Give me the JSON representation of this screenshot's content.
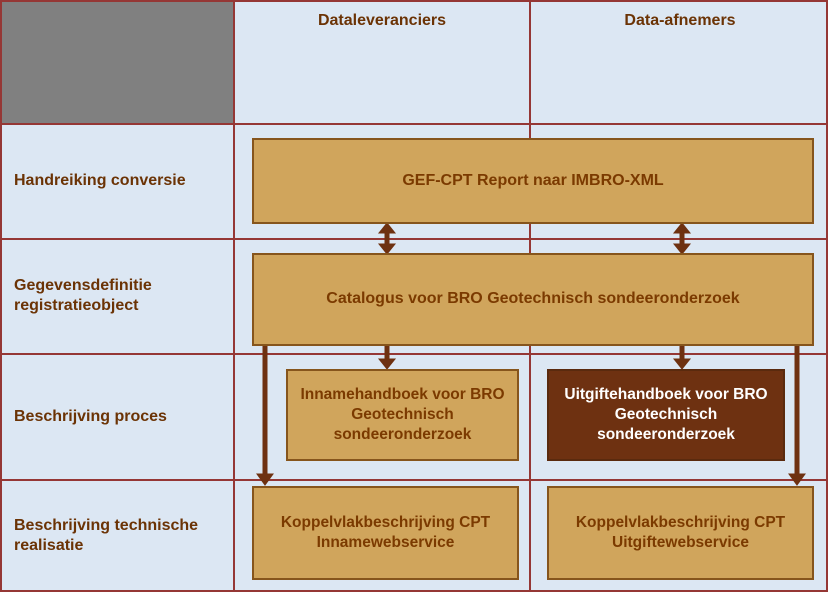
{
  "table": {
    "header": {
      "col2": "Dataleveranciers",
      "col3": "Data-afnemers"
    },
    "rows": [
      {
        "label": "Handreiking conversie"
      },
      {
        "label": "Gegevensdefinitie registratieobject"
      },
      {
        "label": "Beschrijving proces"
      },
      {
        "label": "Beschrijving technische realisatie"
      }
    ]
  },
  "boxes": {
    "gef": "GEF-CPT Report naar IMBRO-XML",
    "catalogus": "Catalogus voor BRO Geotechnisch sondeeronderzoek",
    "innamehandboek": "Innamehandboek voor BRO Geotechnisch sondeeronderzoek",
    "uitgiftehandboek": "Uitgiftehandboek voor BRO Geotechnisch sondeeronderzoek",
    "koppelvlak_inname": "Koppelvlakbeschrijving CPT Innamewebservice",
    "koppelvlak_uitgifte": "Koppelvlakbeschrijving CPT Uitgiftewebservice"
  },
  "colors": {
    "background": "#dce7f3",
    "grid_line": "#953735",
    "box_fill": "#d0a55c",
    "box_border": "#86551c",
    "box_text": "#7b3a00",
    "dark_box_fill": "#6e3111",
    "dark_box_text": "#ffffff",
    "label_text": "#6b3305",
    "arrow": "#6e3111",
    "empty_header_cell": "#808080"
  }
}
